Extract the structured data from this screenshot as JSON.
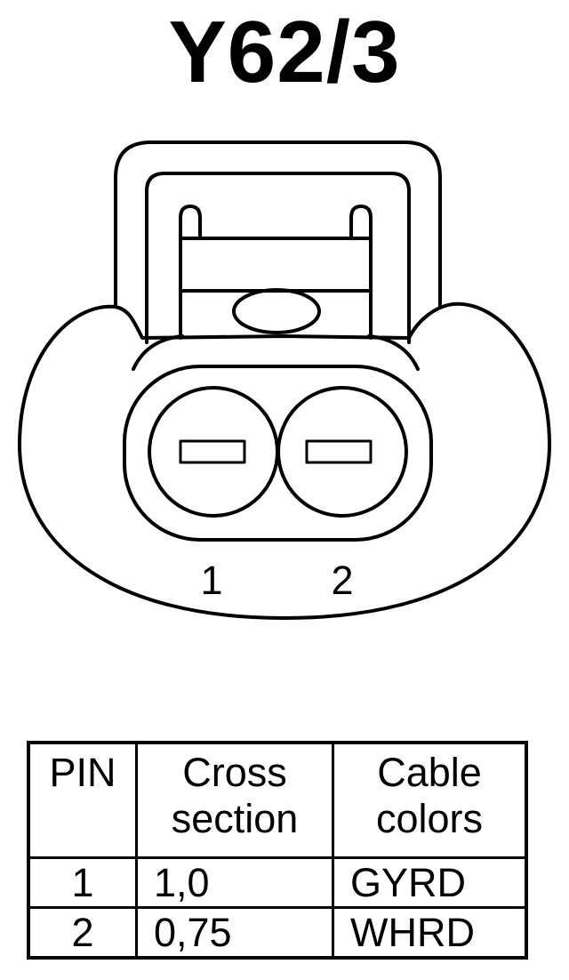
{
  "title": "Y62/3",
  "connector": {
    "pin_labels": [
      "1",
      "2"
    ]
  },
  "table": {
    "headers": {
      "pin": "PIN",
      "cross_line1": "Cross",
      "cross_line2": "section",
      "color_line1": "Cable",
      "color_line2": "colors"
    },
    "rows": [
      {
        "pin": "1",
        "cross_section": "1,0",
        "color": "GYRD"
      },
      {
        "pin": "2",
        "cross_section": "0,75",
        "color": "WHRD"
      }
    ]
  }
}
